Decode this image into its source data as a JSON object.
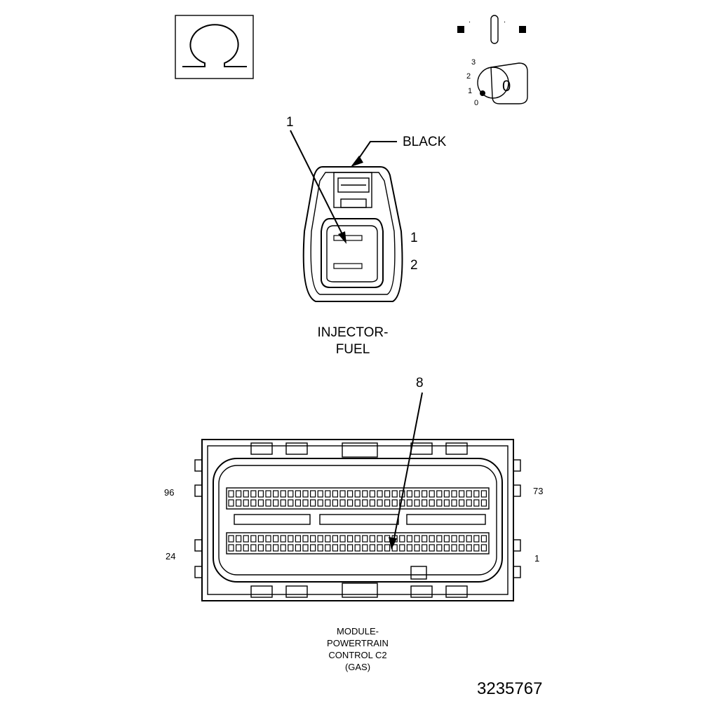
{
  "icons": {
    "ohm_symbol": "ohm-symbol-icon",
    "ignition": {
      "name": "ignition-key-icon",
      "key_positions": [
        "3",
        "2",
        "1",
        "0"
      ],
      "key_label": "0"
    }
  },
  "injector": {
    "callout_number": "1",
    "color_label": "BLACK",
    "pins": [
      "1",
      "2"
    ],
    "title_line1": "INJECTOR-",
    "title_line2": "FUEL"
  },
  "module": {
    "callout_number": "8",
    "pin_labels": {
      "top_left": "96",
      "top_right": "73",
      "bottom_left": "24",
      "bottom_right": "1"
    },
    "title_lines": [
      "MODULE-",
      "POWERTRAIN",
      "CONTROL C2",
      "(GAS)"
    ]
  },
  "figure_number": "3235767"
}
